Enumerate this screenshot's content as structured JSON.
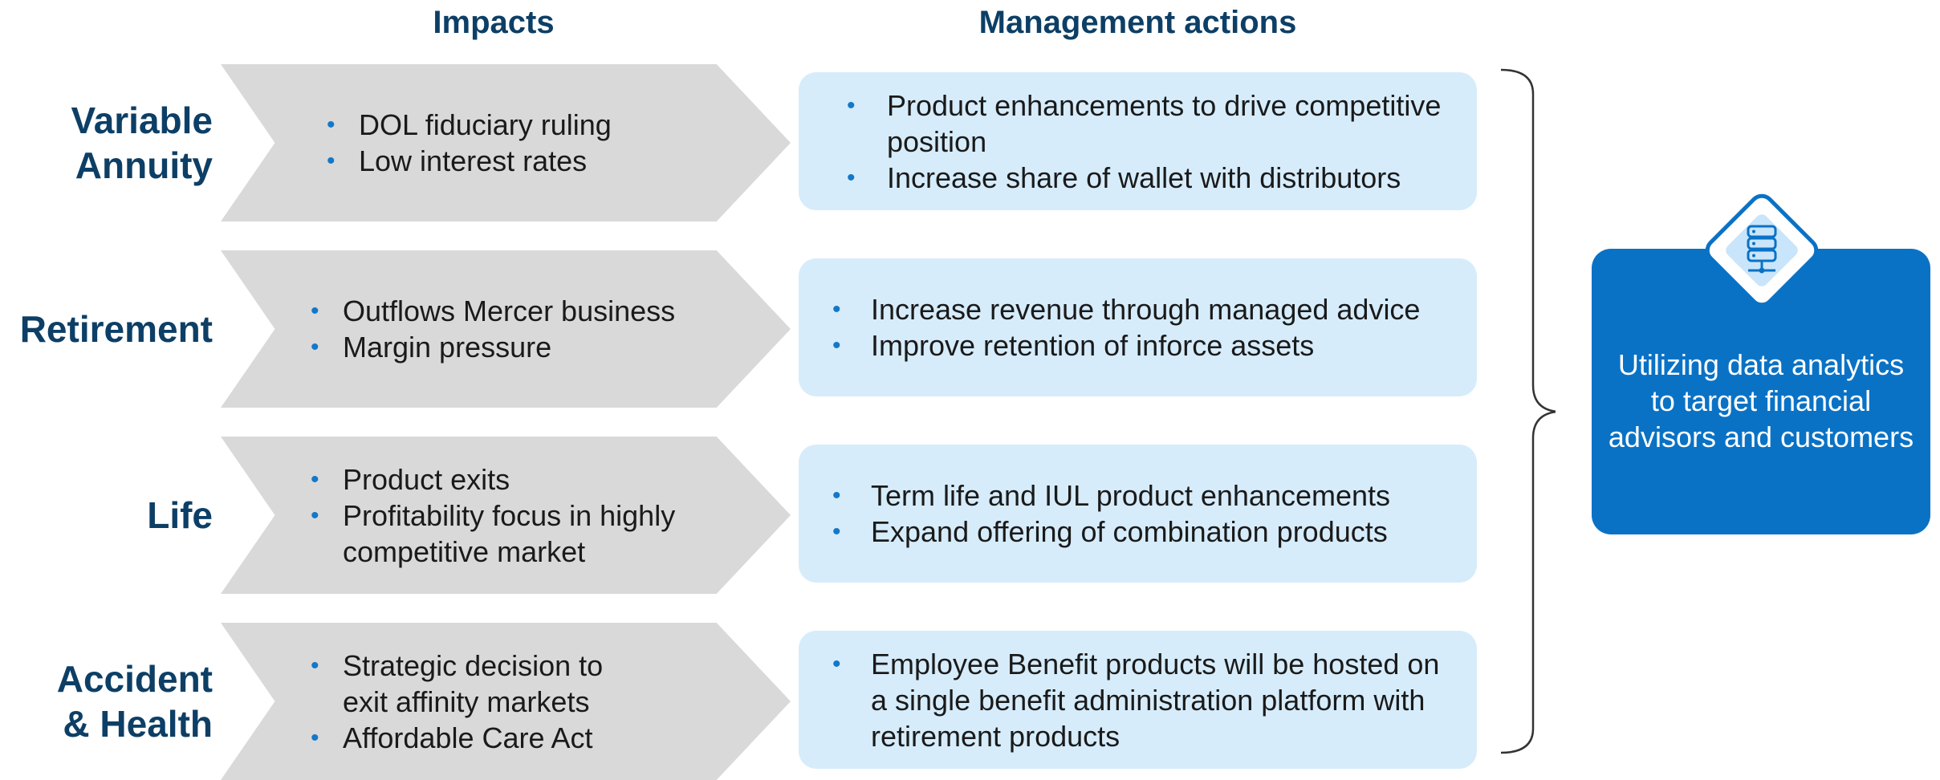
{
  "headers": {
    "impacts": "Impacts",
    "management_actions": "Management actions"
  },
  "rows": [
    {
      "category": "Variable\nAnnuity",
      "impacts": [
        "DOL fiduciary ruling",
        "Low interest rates"
      ],
      "actions": [
        "Product enhancements to drive competitive position",
        "Increase share of wallet with distributors"
      ]
    },
    {
      "category": "Retirement",
      "impacts": [
        "Outflows Mercer business",
        "Margin pressure"
      ],
      "actions": [
        "Increase revenue through managed advice",
        "Improve retention of inforce assets"
      ]
    },
    {
      "category": "Life",
      "impacts": [
        "Product exits",
        "Profitability focus in highly competitive market"
      ],
      "actions": [
        "Term life and IUL product enhancements",
        "Expand offering of combination products"
      ]
    },
    {
      "category": "Accident\n& Health",
      "impacts": [
        "Strategic decision to exit affinity markets",
        "Affordable Care Act"
      ],
      "actions": [
        "Employee Benefit products will be hosted on a single benefit administration platform with retirement products"
      ]
    }
  ],
  "summary": {
    "text": "Utilizing data analytics\nto target financial\nadvisors and customers",
    "icon": "server-database-icon"
  },
  "colors": {
    "heading": "#0d3f66",
    "chevron": "#d9d9d9",
    "action_box": "#d6ecfb",
    "accent": "#0a72c5",
    "bullet": "#1478c8"
  }
}
